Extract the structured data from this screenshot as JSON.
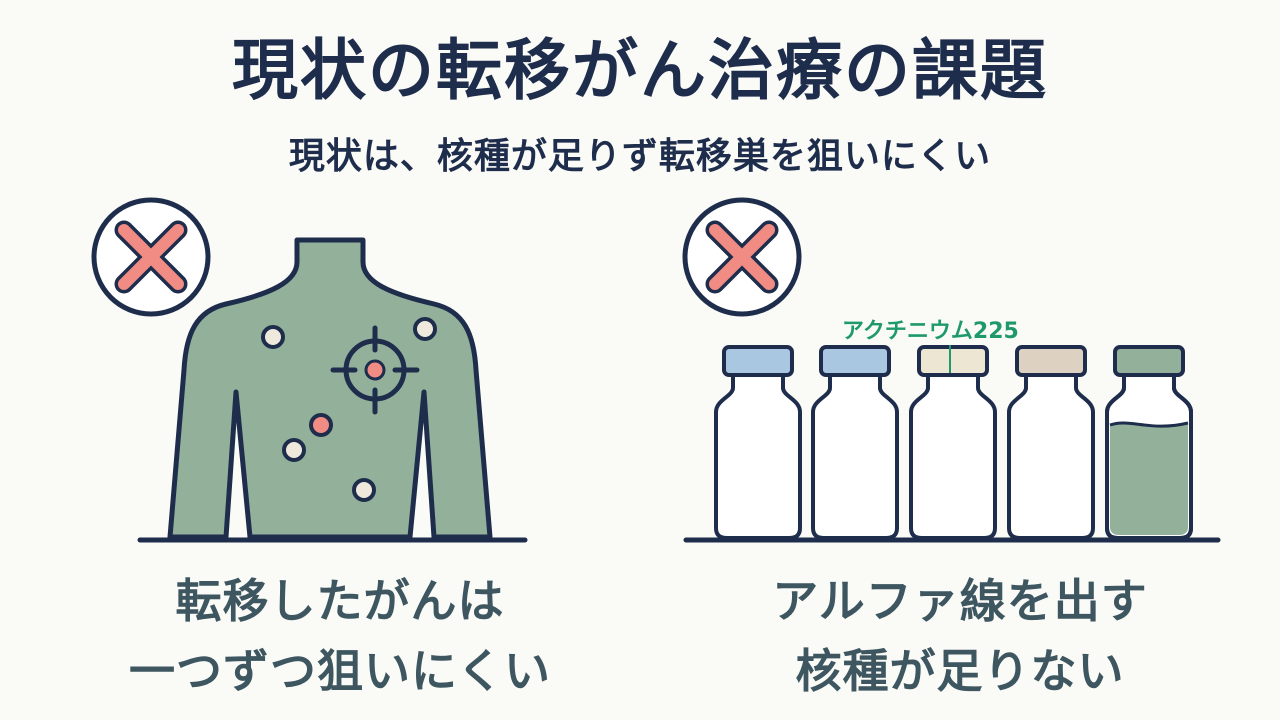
{
  "header": {
    "title": "現状の転移がん治療の課題",
    "subtitle": "現状は、核種が足りず転移巣を狙いにくい"
  },
  "left_panel": {
    "caption_line1": "転移したがんは",
    "caption_line2": "一つずつ狙いにくい",
    "icon": "cross-mark-icon"
  },
  "right_panel": {
    "label": "アクチニウム225",
    "caption_line1": "アルファ線を出す",
    "caption_line2": "核種が足りない",
    "icon": "cross-mark-icon"
  },
  "colors": {
    "navy": "#1f2d4c",
    "body_green": "#93b09a",
    "cross_pink": "#f08c84",
    "label_green": "#1e9a6a",
    "cap_blue": "#a9c7e0",
    "cap_cream": "#ece6d2",
    "cap_beige": "#ddd2c2",
    "cap_green": "#93b09a"
  }
}
